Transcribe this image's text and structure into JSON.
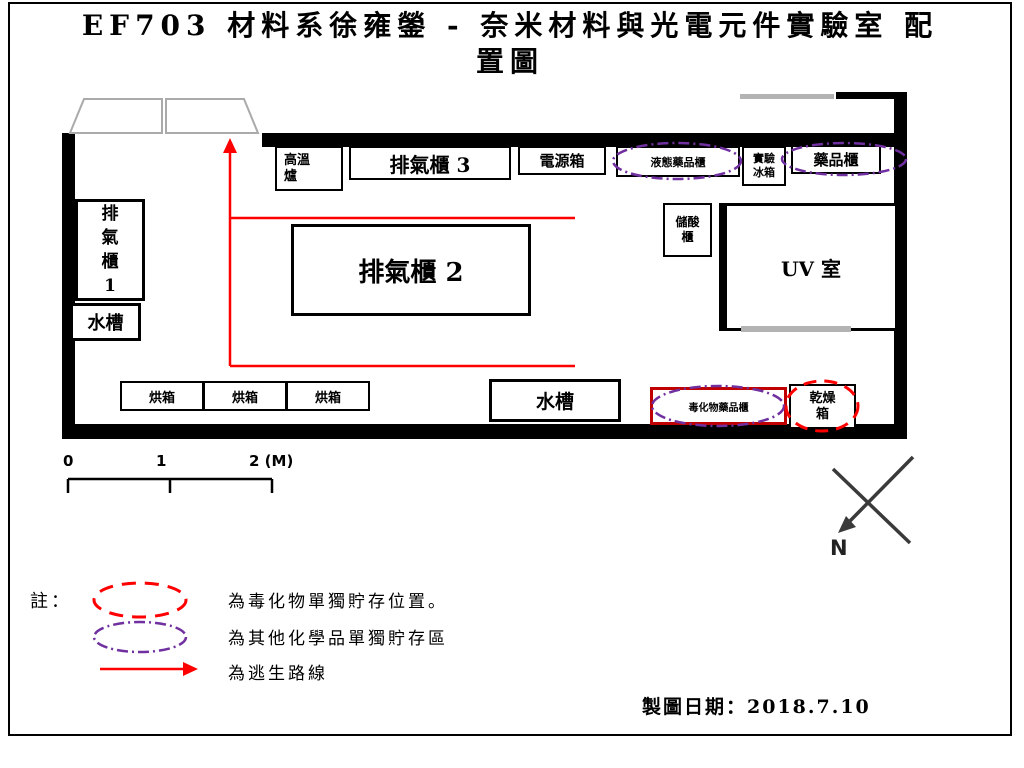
{
  "title": {
    "line1": "EF703 材料系徐雍鎣 - 奈米材料與光電元件實驗室 配",
    "line2": "置圖"
  },
  "plan": {
    "high_temp_furnace": "高溫爐",
    "exhaust_cabinet_3": "排氣櫃 3",
    "power_box": "電源箱",
    "liquid_chemical_cabinet": "液態藥品櫃",
    "experiment_fridge": "實驗冰箱",
    "chemical_cabinet": "藥品櫃",
    "exhaust_cabinet_1": "排氣櫃1",
    "sink_left": "水槽",
    "exhaust_cabinet_2": "排氣櫃 2",
    "acid_storage_cabinet": "儲酸櫃",
    "uv_room": "UV 室",
    "oven_1": "烘箱",
    "oven_2": "烘箱",
    "oven_3": "烘箱",
    "sink_bottom": "水槽",
    "toxic_chemical_cabinet": "毒化物藥品櫃",
    "drying_box": "乾燥箱"
  },
  "scalebar": {
    "tick0": "0",
    "tick1": "1",
    "tick2": "2 (M)"
  },
  "compass": {
    "north_label": "N"
  },
  "legend": {
    "note": "註：",
    "toxic_text": "為毒化物單獨貯存位置。",
    "chemical_text": "為其他化學品單獨貯存區",
    "escape_text": "為逃生路線"
  },
  "footer": {
    "date": "製圖日期：2018.7.10"
  },
  "colors": {
    "escape_route": "#ff0000",
    "toxic_marker": "#ff0000",
    "chemical_marker": "#7030a0",
    "toxic_cabinet_border": "#c00000",
    "wall": "#000000",
    "door": "#b3b3b3"
  }
}
